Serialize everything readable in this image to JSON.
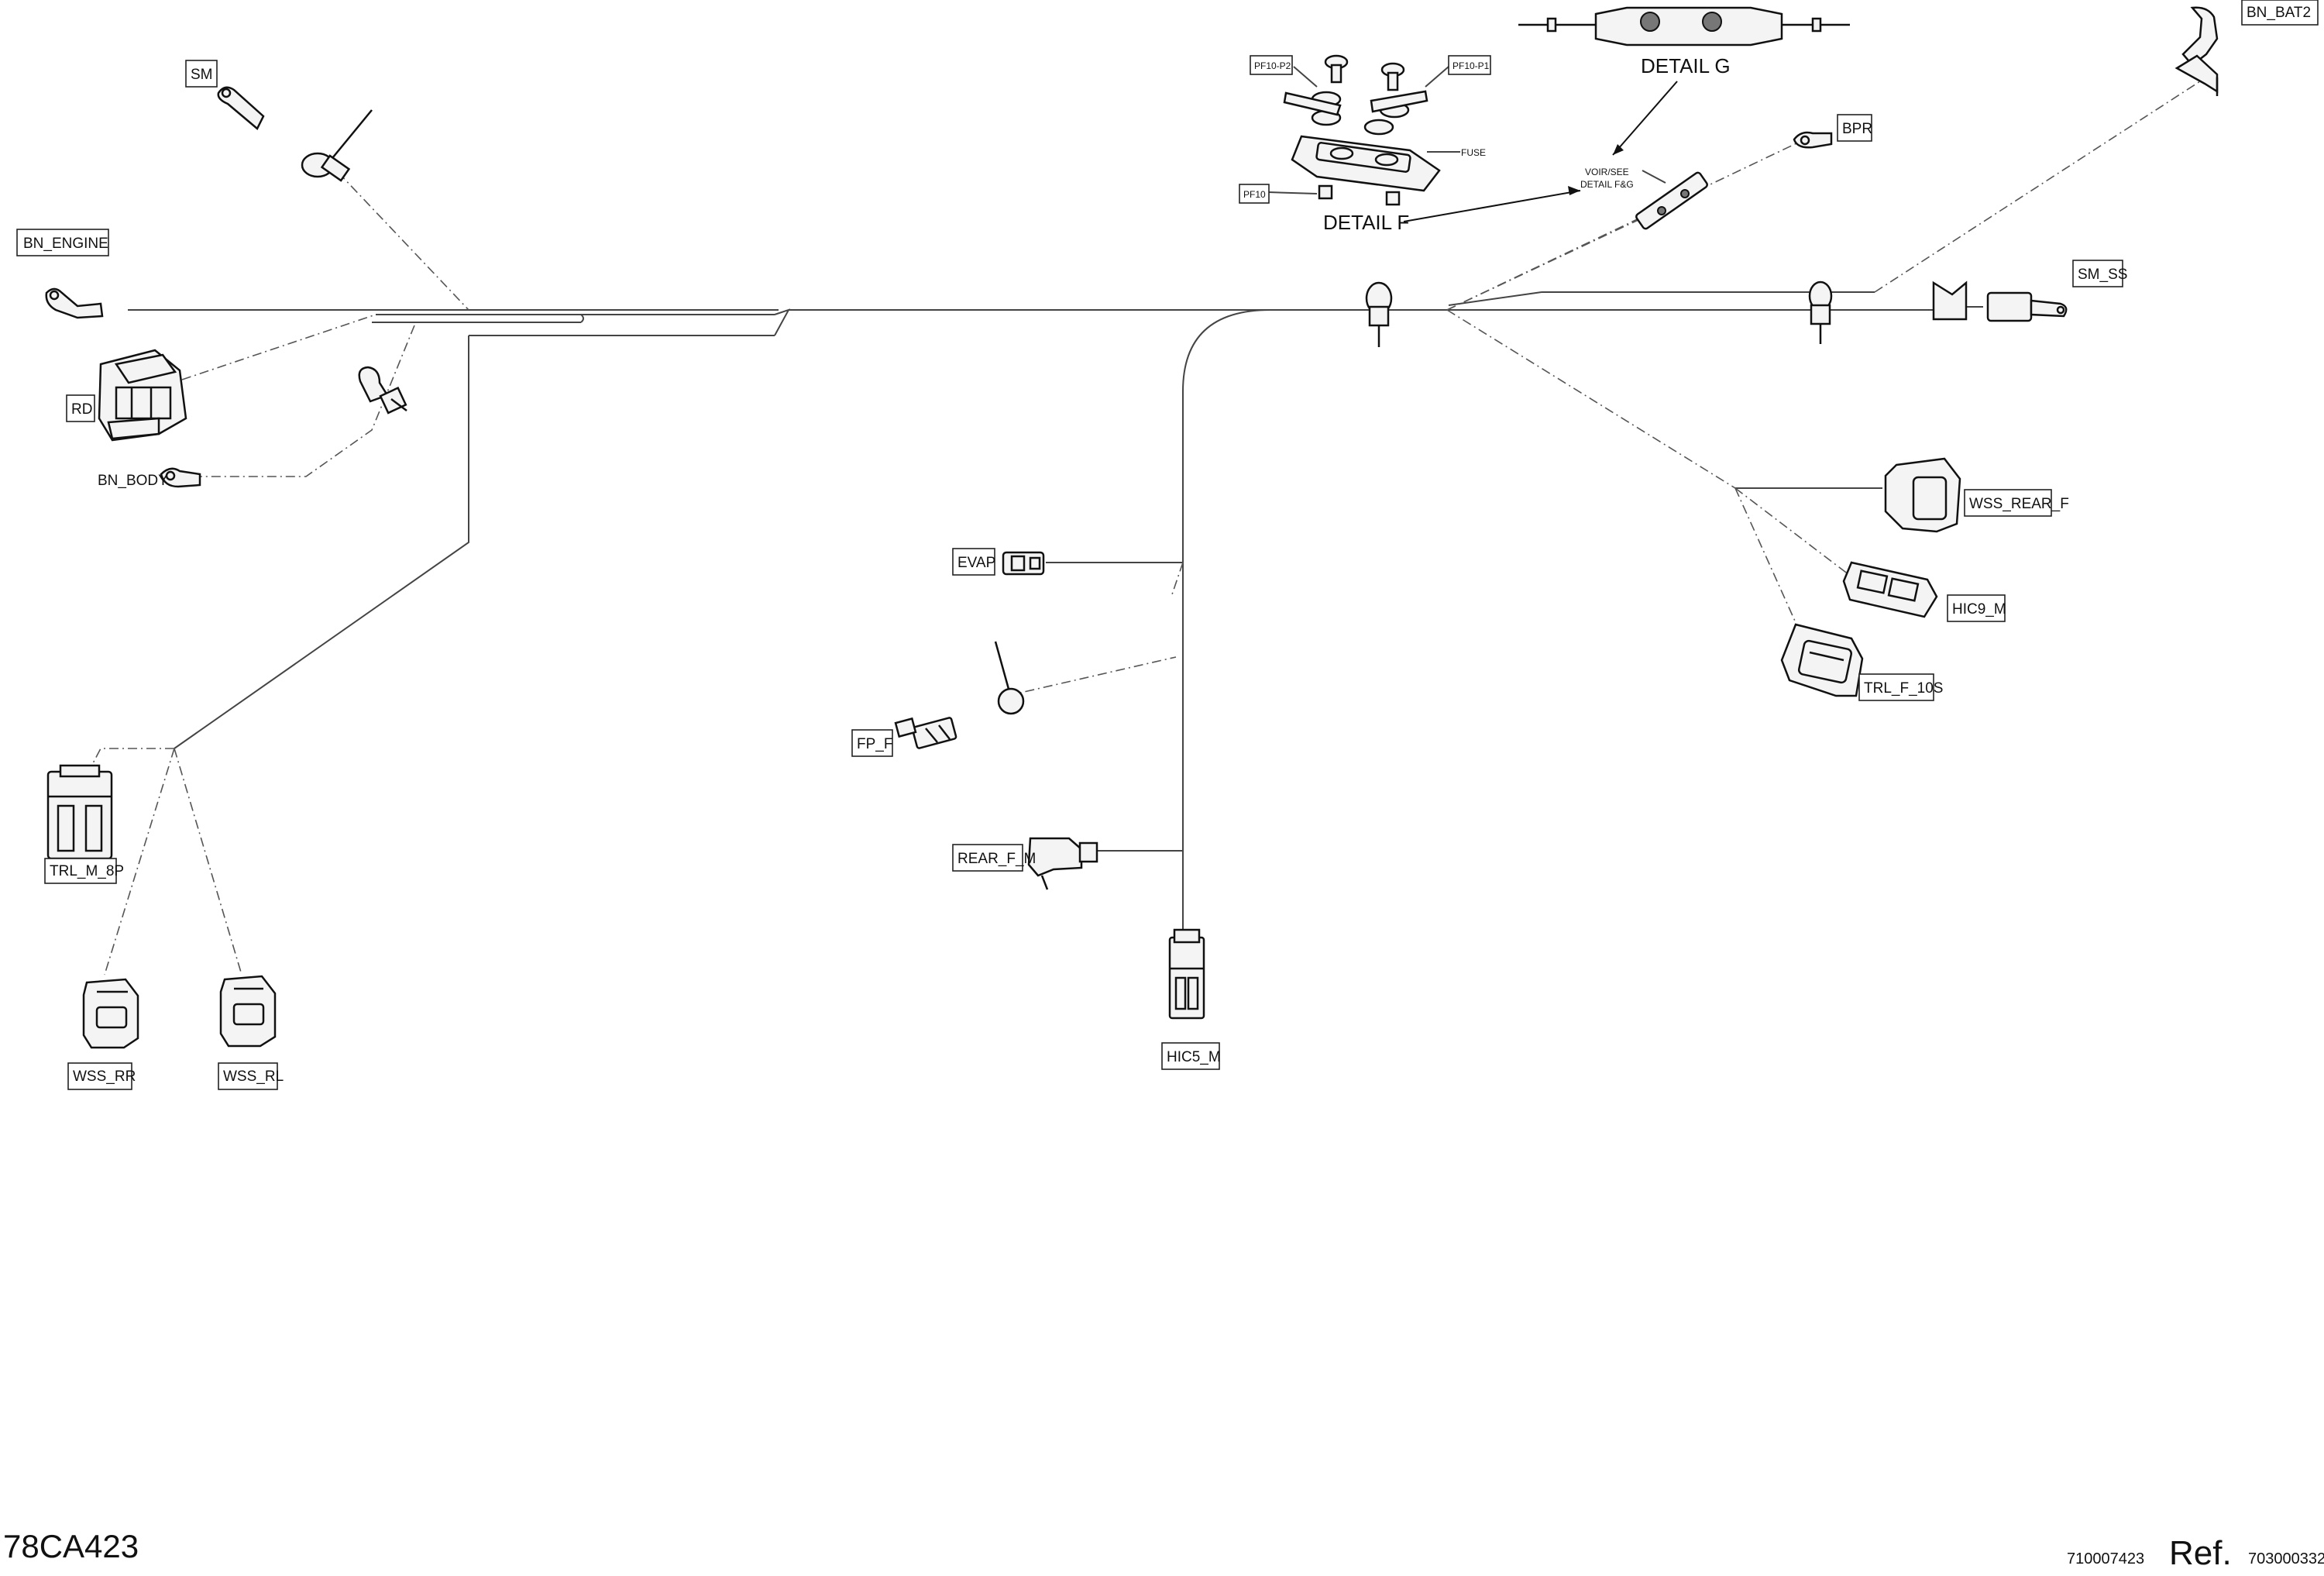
{
  "labels": {
    "bn_engine": "BN_ENGINE",
    "sm": "SM",
    "rd": "RD",
    "bn_body": "BN_BODY",
    "trl_m_8p": "TRL_M_8P",
    "wss_rr": "WSS_RR",
    "wss_rl": "WSS_RL",
    "evap": "EVAP",
    "fp_f": "FP_F",
    "rear_f_m": "REAR_F_M",
    "hic5_m": "HIC5_M",
    "bpr": "BPR",
    "bn_bat2": "BN_BAT2",
    "sm_ss": "SM_SS",
    "wss_rear_f": "WSS_REAR_F",
    "hic9_m": "HIC9_M",
    "trl_f_10s": "TRL_F_10S",
    "pf10_p2": "PF10-P2",
    "pf10_p1": "PF10-P1",
    "pf10": "PF10",
    "fuse": "FUSE"
  },
  "details": {
    "detail_f": "DETAIL F",
    "detail_g": "DETAIL G",
    "voir_line1": "VOIR/SEE",
    "voir_line2": "DETAIL F&G"
  },
  "footer": {
    "code": "78CA423",
    "part_number": "710007423",
    "ref_label": "Ref.",
    "ref_number": "703000332"
  }
}
